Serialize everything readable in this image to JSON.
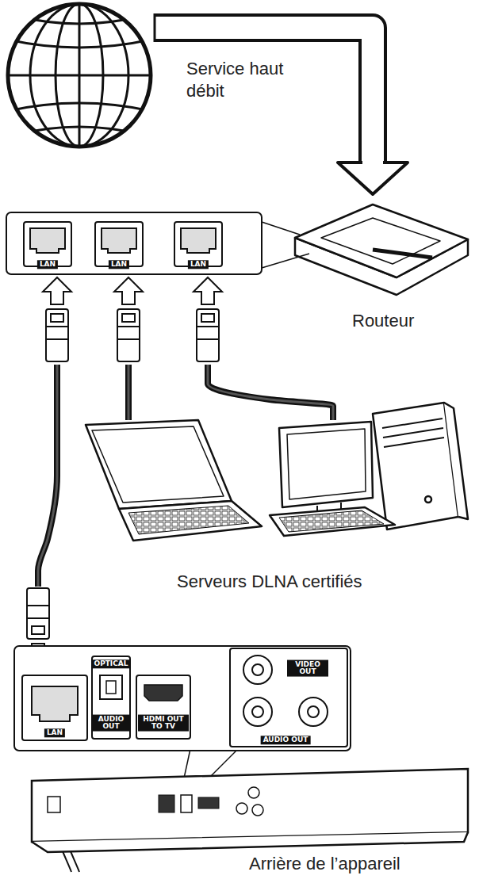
{
  "diagram": {
    "nodes": [
      {
        "text": [
          "Service haut débit"
        ]
      },
      {
        "text": [
          "Routeur"
        ]
      },
      {
        "text": [
          "Serveurs DLNA certifiés"
        ]
      },
      {
        "text": [
          "Arrière de l’appareil"
        ]
      }
    ],
    "edges": [
      {
        "from": 0,
        "to": 1,
        "arrow": "to"
      },
      {
        "from": 1,
        "to": 2,
        "arrow": "none"
      },
      {
        "from": 1,
        "to": 2,
        "arrow": "none"
      },
      {
        "from": 1,
        "to": 3,
        "arrow": "none"
      }
    ],
    "labels": [
      "LAN",
      "LAN",
      "LAN",
      "LAN",
      "OPTICAL",
      "AUDIO OUT",
      "HDMI OUT TO TV",
      "VIDEO OUT",
      "AUDIO OUT"
    ]
  }
}
